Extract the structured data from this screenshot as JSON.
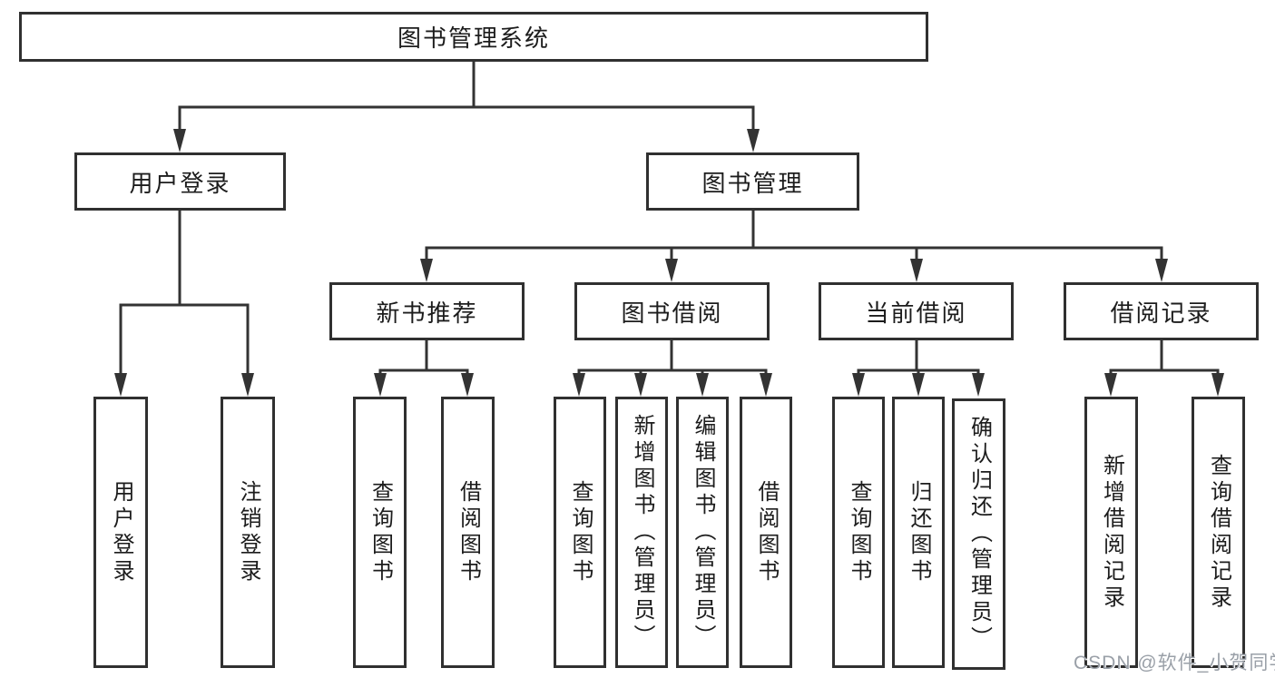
{
  "diagram": {
    "tree": {
      "root": {
        "label": "图书管理系统"
      },
      "branches": [
        {
          "label": "用户登录",
          "children": [
            {
              "label": "用户登录"
            },
            {
              "label": "注销登录"
            }
          ]
        },
        {
          "label": "图书管理",
          "children": [
            {
              "label": "新书推荐",
              "children": [
                {
                  "label": "查询图书"
                },
                {
                  "label": "借阅图书"
                }
              ]
            },
            {
              "label": "图书借阅",
              "children": [
                {
                  "label": "查询图书"
                },
                {
                  "label": "新增图书（管理员）"
                },
                {
                  "label": "编辑图书（管理员）"
                },
                {
                  "label": "借阅图书"
                }
              ]
            },
            {
              "label": "当前借阅",
              "children": [
                {
                  "label": "查询图书"
                },
                {
                  "label": "归还图书"
                },
                {
                  "label": "确认归还（管理员）"
                }
              ]
            },
            {
              "label": "借阅记录",
              "children": [
                {
                  "label": "新增借阅记录"
                },
                {
                  "label": "查询借阅记录"
                }
              ]
            }
          ]
        }
      ]
    },
    "colors": {
      "line": "#333333",
      "border": "#303030",
      "background": "#ffffff",
      "text": "#1c1c1c",
      "watermark": "#9aa0a8"
    }
  },
  "watermark": {
    "text": "CSDN @软件_小贺同学"
  }
}
